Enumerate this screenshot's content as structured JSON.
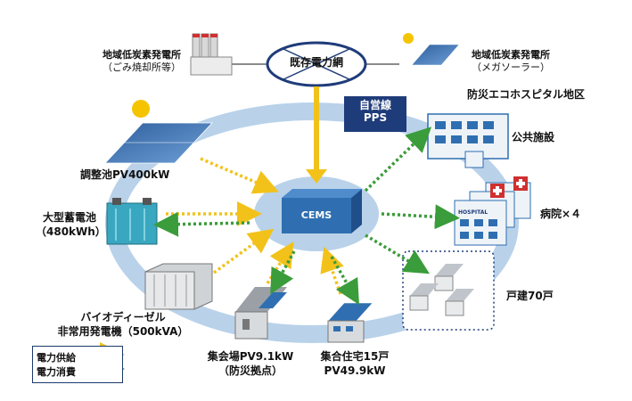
{
  "grid": {
    "title": "既存電力網",
    "plant_left_line1": "地域低炭素発電所",
    "plant_left_line2": "（ごみ焼却所等）",
    "plant_right_line1": "地域低炭素発電所",
    "plant_right_line2": "（メガソーラー）"
  },
  "pps": {
    "line1": "自営線",
    "line2": "PPS"
  },
  "district": {
    "title": "防災エコホスピタル地区"
  },
  "cems": {
    "label": "CEMS"
  },
  "nodes": {
    "public_facility": "公共施設",
    "hospital": "病院×４",
    "hospital_sign": "HOSPITAL",
    "houses": "戸建70戸",
    "pv_regulating": "調整池PV400kW",
    "battery_line1": "大型蓄電池",
    "battery_line2": "（480kWh）",
    "bio_line1": "バイオディーゼル",
    "bio_line2": "非常用発電機（500kVA）",
    "hall_line1": "集会場PV9.1kW",
    "hall_line2": "（防災拠点）",
    "apartment_line1": "集合住宅15戸",
    "apartment_line2": "PV49.9kW"
  },
  "legend": {
    "supply": "電力供給",
    "consume": "電力消費"
  },
  "colors": {
    "ring": "#b9d2ea",
    "supply": "#f2c21b",
    "consume": "#3a9c3a",
    "navy": "#1f3c7a",
    "cems_blue": "#2f6fb1"
  }
}
